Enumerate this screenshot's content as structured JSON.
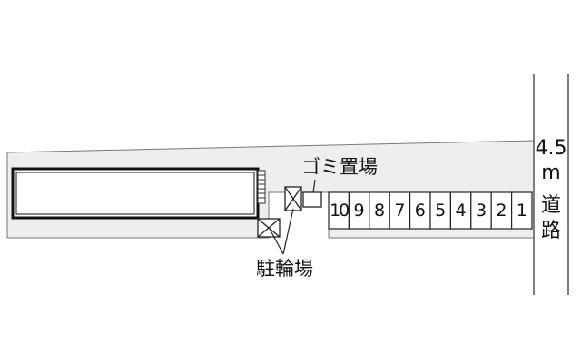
{
  "labels": {
    "garbage": "ゴミ置場",
    "bicycle": "駐輪場"
  },
  "road": {
    "lines": [
      "4.5",
      "m",
      "道",
      "路"
    ]
  },
  "parking_slots": [
    "10",
    "9",
    "8",
    "7",
    "6",
    "5",
    "4",
    "3",
    "2",
    "1"
  ],
  "colors": {
    "lot_fill": "#eeeeee",
    "line": "#222222",
    "road_line": "#555555"
  }
}
